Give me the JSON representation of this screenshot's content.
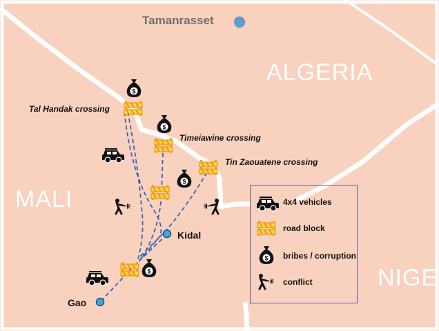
{
  "map": {
    "countries": [
      "ALGERIA",
      "MALI",
      "NIGER"
    ],
    "cities": {
      "tamanrasset": "Tamanrasset",
      "kidal": "Kidal",
      "gao": "Gao"
    },
    "crossings": {
      "tal_handak": "Tal Handak crossing",
      "timeiawine": "Timeiawine crossing",
      "tin_zaouatene": "Tin Zaouatene crossing"
    },
    "colors": {
      "land": "#f8d2bf",
      "border": "#ffffff",
      "route": "#3a63b0",
      "city_dot": "#3ea8e0",
      "barrier_orange": "#f6a623",
      "barrier_yellow": "#ffd447",
      "legend_border": "#5460a8"
    }
  },
  "legend": {
    "items": [
      {
        "icon": "4x4-vehicle-icon",
        "label": "4x4 vehicles"
      },
      {
        "icon": "road-block-icon",
        "label": "road block"
      },
      {
        "icon": "money-bag-icon",
        "label": "bribes / corruption"
      },
      {
        "icon": "conflict-icon",
        "label": "conflict"
      }
    ]
  }
}
